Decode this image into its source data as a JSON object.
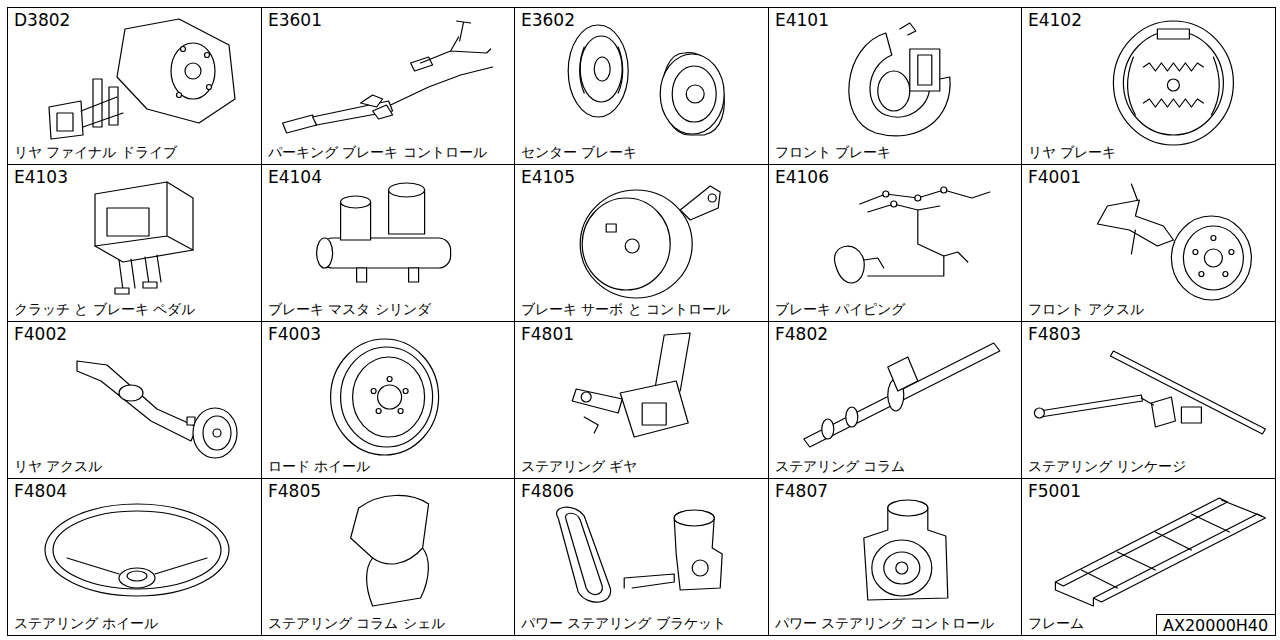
{
  "diagram": {
    "nodes": [
      {
        "text": [
          "D3802",
          "リヤ ファイナル ドライブ"
        ]
      },
      {
        "text": [
          "E3601",
          "パーキング ブレーキ コントロール"
        ]
      },
      {
        "text": [
          "E3602",
          "センター ブレーキ"
        ]
      },
      {
        "text": [
          "E4101",
          "フロント ブレーキ"
        ]
      },
      {
        "text": [
          "E4102",
          "リヤ ブレーキ"
        ]
      },
      {
        "text": [
          "E4103",
          "クラッチ と ブレーキ ペダル"
        ]
      },
      {
        "text": [
          "E4104",
          "ブレーキ マスタ シリンダ"
        ]
      },
      {
        "text": [
          "E4105",
          "ブレーキ サーボ と コントロール"
        ]
      },
      {
        "text": [
          "E4106",
          "ブレーキ パイピング"
        ]
      },
      {
        "text": [
          "F4001",
          "フロント アクスル"
        ]
      },
      {
        "text": [
          "F4002",
          "リヤ アクスル"
        ]
      },
      {
        "text": [
          "F4003",
          "ロード ホイール"
        ]
      },
      {
        "text": [
          "F4801",
          "ステアリング ギヤ"
        ]
      },
      {
        "text": [
          "F4802",
          "ステアリング コラム"
        ]
      },
      {
        "text": [
          "F4803",
          "ステアリング リンケージ"
        ]
      },
      {
        "text": [
          "F4804",
          "ステアリング ホイール"
        ]
      },
      {
        "text": [
          "F4805",
          "ステアリング コラム シェル"
        ]
      },
      {
        "text": [
          "F4806",
          "パワー ステアリング ブラケット"
        ]
      },
      {
        "text": [
          "F4807",
          "パワー ステアリング コントロール"
        ]
      },
      {
        "text": [
          "F5001",
          "フレーム"
        ]
      },
      {
        "text": [
          "AX20000H40"
        ]
      }
    ]
  }
}
